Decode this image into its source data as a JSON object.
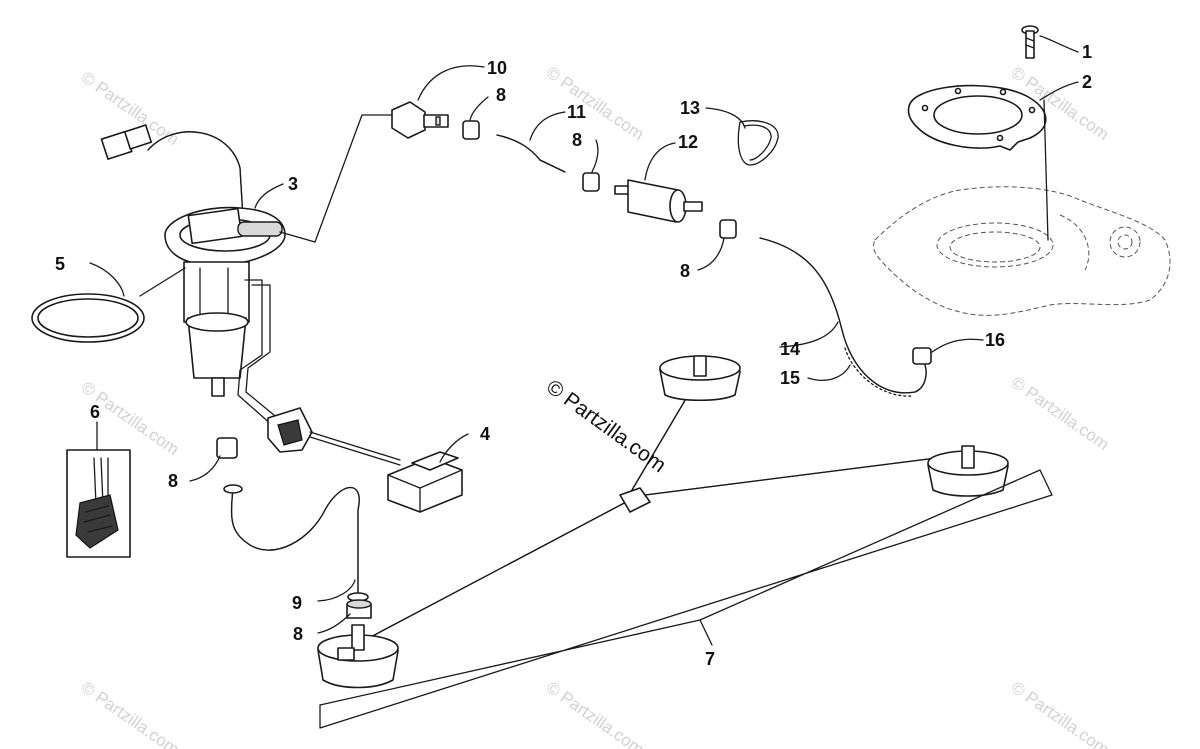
{
  "callouts": [
    {
      "id": "c1",
      "label": "1"
    },
    {
      "id": "c2",
      "label": "2"
    },
    {
      "id": "c3",
      "label": "3"
    },
    {
      "id": "c4",
      "label": "4"
    },
    {
      "id": "c5",
      "label": "5"
    },
    {
      "id": "c6",
      "label": "6"
    },
    {
      "id": "c7",
      "label": "7"
    },
    {
      "id": "c8a",
      "label": "8"
    },
    {
      "id": "c8b",
      "label": "8"
    },
    {
      "id": "c8c",
      "label": "8"
    },
    {
      "id": "c8d",
      "label": "8"
    },
    {
      "id": "c8e",
      "label": "8"
    },
    {
      "id": "c9",
      "label": "9"
    },
    {
      "id": "c10",
      "label": "10"
    },
    {
      "id": "c11",
      "label": "11"
    },
    {
      "id": "c12",
      "label": "12"
    },
    {
      "id": "c13",
      "label": "13"
    },
    {
      "id": "c14",
      "label": "14"
    },
    {
      "id": "c15",
      "label": "15"
    },
    {
      "id": "c16",
      "label": "16"
    }
  ],
  "copyright": "© Partzilla.com",
  "watermark_text": "© Partzilla.com"
}
